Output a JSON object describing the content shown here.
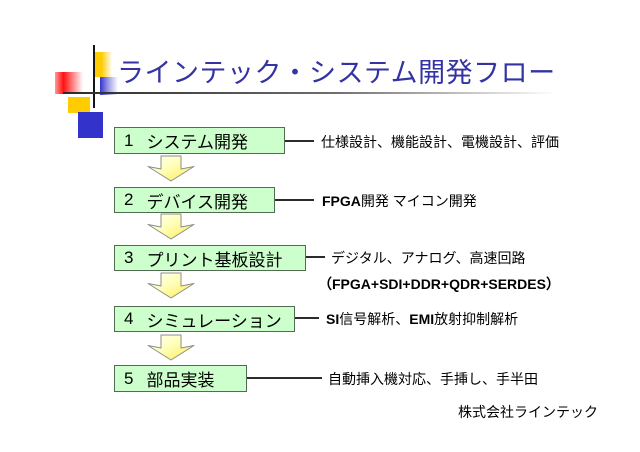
{
  "slide": {
    "title": "ラインテック・システム開発フロー",
    "footer": "株式会社ラインテック"
  },
  "colors": {
    "title": "#3333a3",
    "box_fill": "#ccffcc",
    "box_border": "#516d51",
    "arrow_fill_light": "#fffff0",
    "arrow_fill_dark": "#ffe94d",
    "deco_red": "#ff1111",
    "deco_yellow": "#ffcc00",
    "deco_blue": "#3333cc"
  },
  "icons": [
    {
      "name": "down-arrow-icon",
      "meaning": "flow proceeds to next step"
    }
  ],
  "flow": {
    "steps": [
      {
        "number": "1",
        "label": "システム開発",
        "description_lines": [
          [
            {
              "text": "仕様設計、機能設計、電機設計、評価",
              "bold": false
            }
          ]
        ]
      },
      {
        "number": "2",
        "label": "デバイス開発",
        "description_lines": [
          [
            {
              "text": "FPGA",
              "bold": true
            },
            {
              "text": "開発 マイコン開発",
              "bold": false
            }
          ]
        ]
      },
      {
        "number": "3",
        "label": "プリント基板設計",
        "description_lines": [
          [
            {
              "text": "デジタル、アナログ、高速回路",
              "bold": false
            }
          ],
          [
            {
              "text": "（FPGA+SDI+DDR+QDR+SERDES）",
              "bold": true
            }
          ]
        ]
      },
      {
        "number": "4",
        "label": "シミュレーション",
        "description_lines": [
          [
            {
              "text": "SI",
              "bold": true
            },
            {
              "text": "信号解析、",
              "bold": false
            },
            {
              "text": "EMI",
              "bold": true
            },
            {
              "text": "放射抑制解析",
              "bold": false
            }
          ]
        ]
      },
      {
        "number": "5",
        "label": "部品実装",
        "description_lines": [
          [
            {
              "text": "自動挿入機対応、手挿し、手半田",
              "bold": false
            }
          ]
        ]
      }
    ]
  }
}
